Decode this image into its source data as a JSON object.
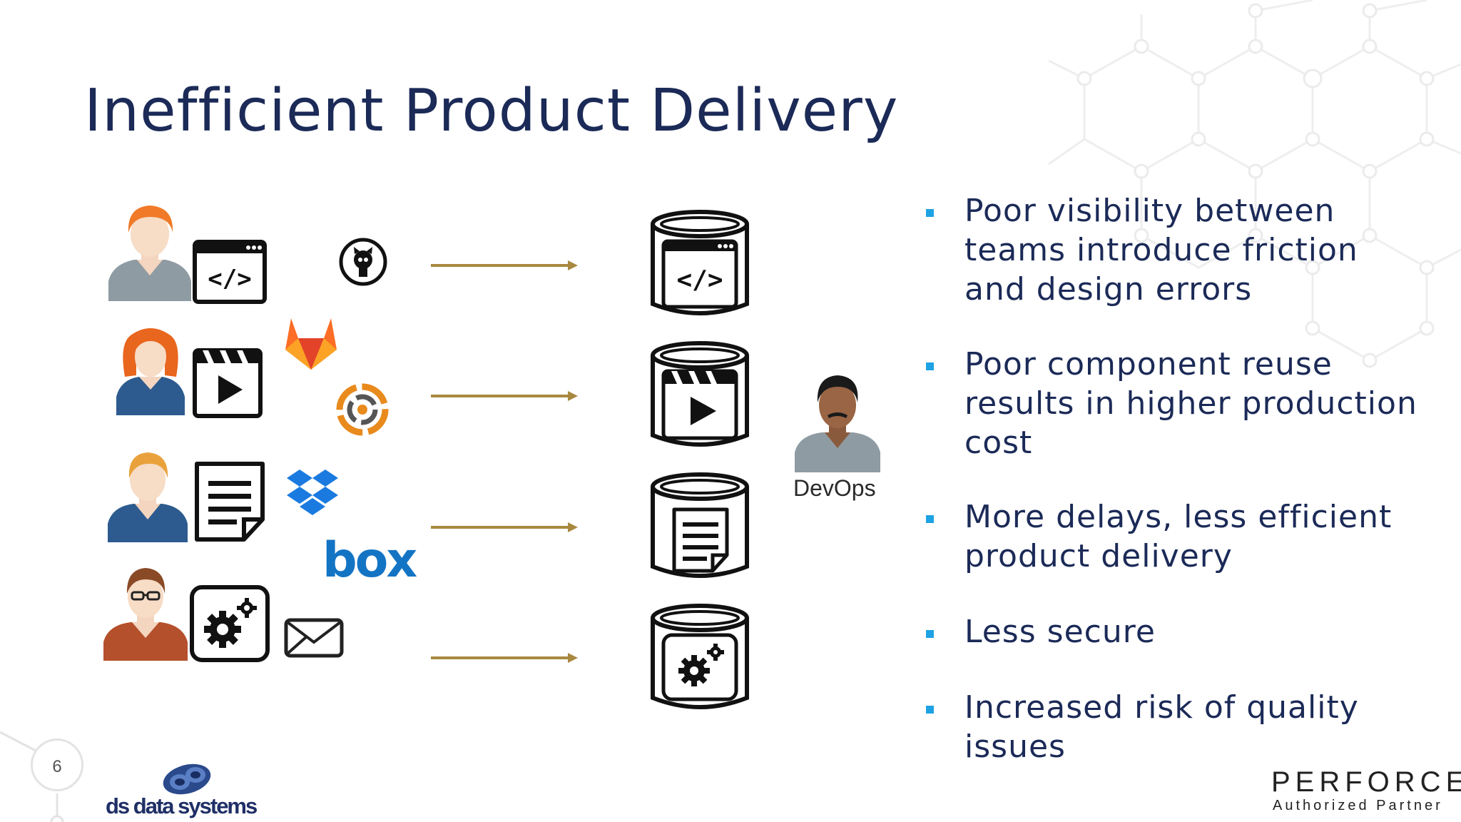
{
  "slide": {
    "title": "Inefficient Product Delivery",
    "number": "6"
  },
  "diagram": {
    "devops_label": "DevOps",
    "tool_logos": [
      "github-logo",
      "gitlab-logo",
      "circleci-logo",
      "dropbox-logo",
      "box-logo",
      "email-icon"
    ],
    "box_logo_text": "box",
    "rows": [
      {
        "person": "developer",
        "asset": "code-icon",
        "repo": "code-repository"
      },
      {
        "person": "video-creator",
        "asset": "video-icon",
        "repo": "video-repository"
      },
      {
        "person": "writer",
        "asset": "document-icon",
        "repo": "document-repository"
      },
      {
        "person": "engineer",
        "asset": "settings-icon",
        "repo": "settings-repository"
      }
    ],
    "arrow_color": "#a8893f"
  },
  "bullets": [
    {
      "text": "Poor visibility between teams introduce friction and design errors"
    },
    {
      "text": "Poor component reuse results in higher production cost"
    },
    {
      "text": "More delays, less efficient product delivery"
    },
    {
      "text": "Less secure"
    },
    {
      "text": "Increased risk of quality issues"
    }
  ],
  "footer": {
    "company": "ds  data systems",
    "partner_name": "PERFORCE",
    "partner_sub": "Authorized Partner"
  },
  "colors": {
    "title": "#1b2a57",
    "bullet": "#1ea2e3",
    "text": "#1b2a57"
  }
}
